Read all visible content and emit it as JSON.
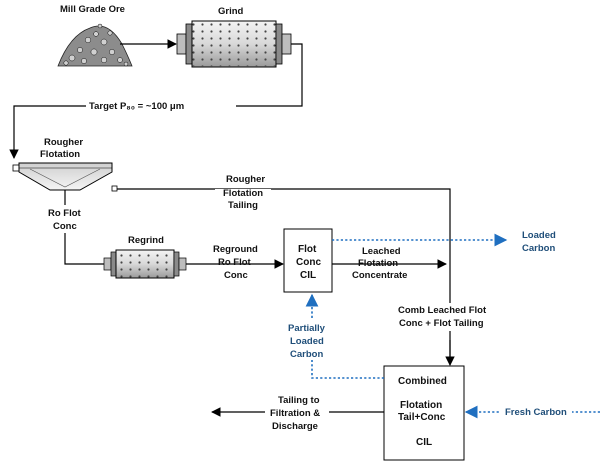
{
  "nodes": {
    "ore": "Mill Grade Ore",
    "grind": "Grind",
    "rougher": [
      "Rougher",
      "Flotation"
    ],
    "regrind": "Regrind",
    "flot_cil": [
      "Flot",
      "Conc",
      "CIL"
    ],
    "combined_cil": [
      "Combined",
      "Flotation",
      "Tail+Conc",
      "CIL"
    ]
  },
  "streams": {
    "target": "Target P₈₀ = ~100 μm",
    "rougher_tailing": [
      "Rougher",
      "Flotation",
      "Tailing"
    ],
    "ro_flot_conc": [
      "Ro Flot",
      "Conc"
    ],
    "reground": [
      "Reground",
      "Ro Flot",
      "Conc"
    ],
    "leached_conc": [
      "Leached",
      "Flotation",
      "Concentrate"
    ],
    "comb_leached": [
      "Comb Leached Flot",
      "Conc + Flot Tailing"
    ],
    "tailing_discharge": [
      "Tailing to",
      "Filtration &",
      "Discharge"
    ]
  },
  "carbon": {
    "loaded": [
      "Loaded",
      "Carbon"
    ],
    "partially_loaded": [
      "Partially",
      "Loaded",
      "Carbon"
    ],
    "fresh": "Fresh Carbon"
  }
}
